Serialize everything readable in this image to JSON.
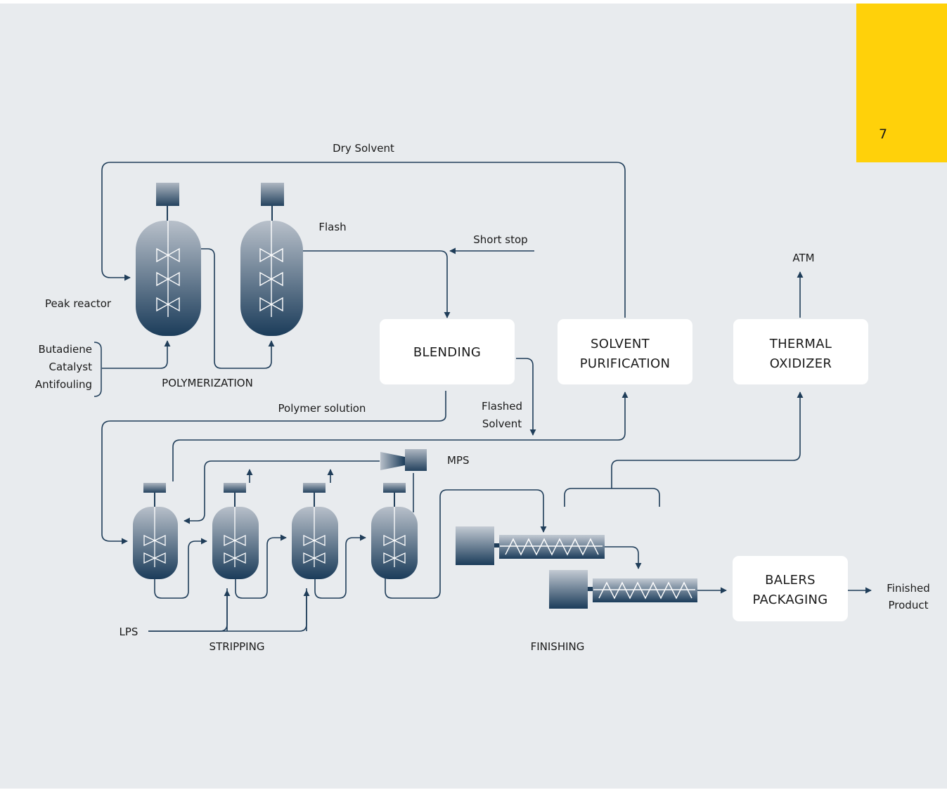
{
  "page": {
    "number": "7"
  },
  "labels": {
    "dry_solvent": "Dry Solvent",
    "flash": "Flash",
    "short_stop": "Short stop",
    "atm": "ATM",
    "peak_reactor": "Peak reactor",
    "butadiene": "Butadiene",
    "catalyst": "Catalyst",
    "antifouling": "Antifouling",
    "polymerization": "POLYMERIZATION",
    "polymer_solution": "Polymer solution",
    "flashed": "Flashed",
    "solvent": "Solvent",
    "mps": "MPS",
    "lps": "LPS",
    "stripping": "STRIPPING",
    "finishing": "FINISHING",
    "finished": "Finished",
    "product": "Product"
  },
  "boxes": {
    "blending": "BLENDING",
    "solvent_purification_1": "SOLVENT",
    "solvent_purification_2": "PURIFICATION",
    "thermal_oxidizer_1": "THERMAL",
    "thermal_oxidizer_2": "OXIDIZER",
    "balers_packaging_1": "BALERS",
    "balers_packaging_2": "PACKAGING"
  },
  "colors": {
    "background": "#e8ebee",
    "accent_tab": "#ffd10a",
    "line": "#1f3d59",
    "vessel_top": "#b4bcc6",
    "vessel_bottom": "#1c3d5b",
    "box": "#ffffff"
  }
}
